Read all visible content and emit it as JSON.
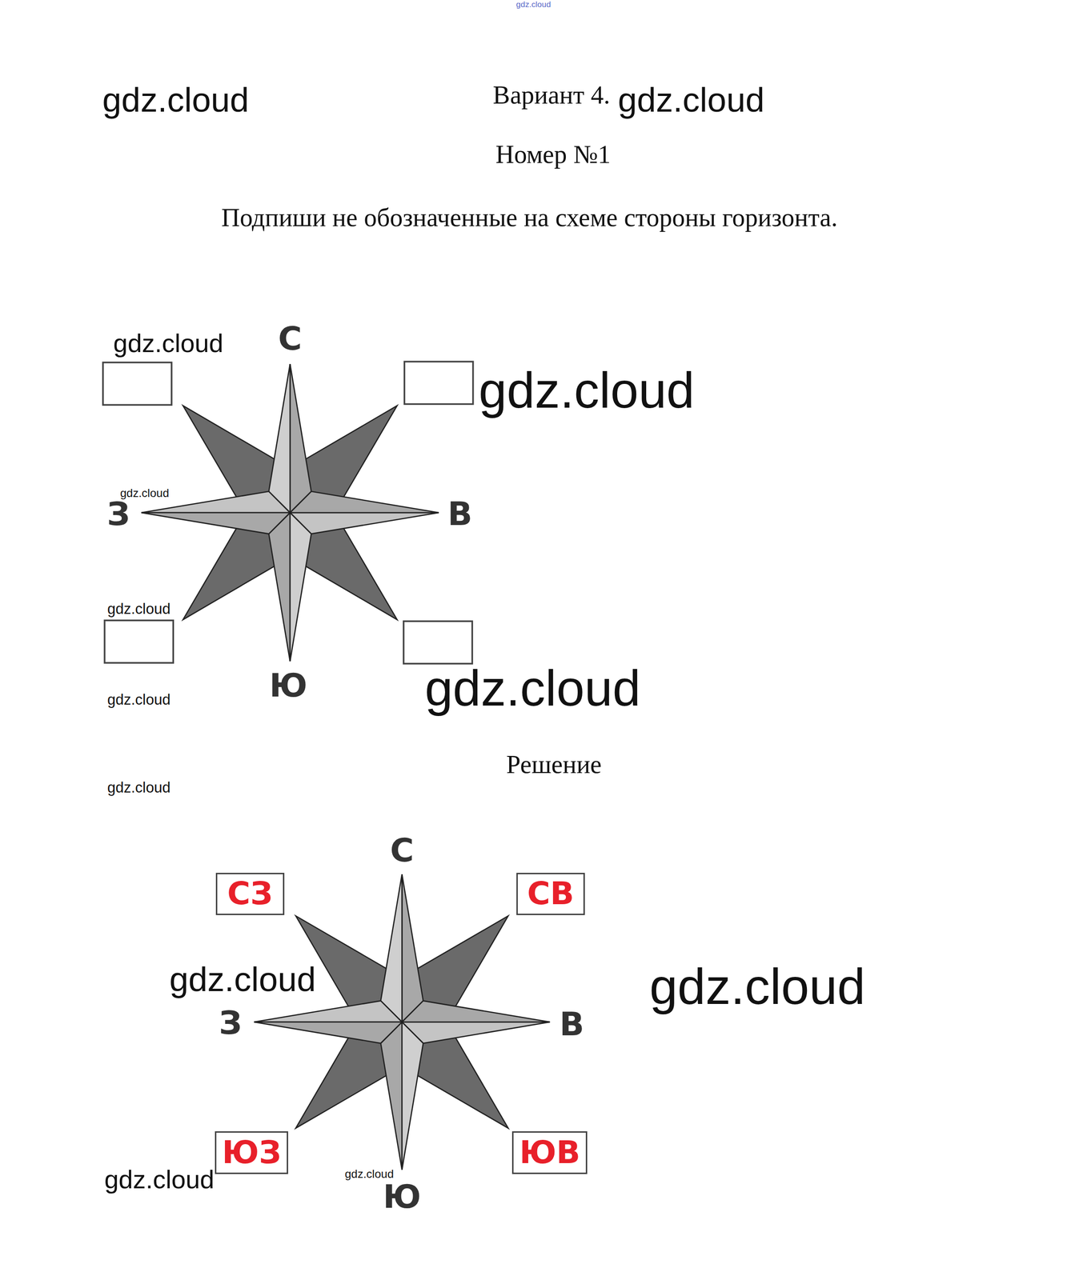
{
  "diagram": {
    "title": "Вариант 4.",
    "nodes": [
      {
        "text": [
          "СЗ"
        ]
      },
      {
        "text": [
          "СВ"
        ]
      },
      {
        "text": [
          "ЮЗ"
        ]
      },
      {
        "text": [
          "ЮВ"
        ]
      }
    ],
    "labels": [
      "gdz.cloud",
      "gdz.cloud",
      "gdz.cloud",
      "Номер №1",
      "Подпиши не обозначенные на схеме стороны горизонта.",
      "gdz.cloud",
      "С",
      "gdz.cloud",
      "gdz.cloud",
      "З",
      "В",
      "gdz.cloud",
      "Ю",
      "gdz.cloud",
      "gdz.cloud",
      "Решение",
      "gdz.cloud",
      "С",
      "gdz.cloud",
      "gdz.cloud",
      "З",
      "В",
      "gdz.cloud",
      "gdz.cloud",
      "Ю"
    ]
  }
}
